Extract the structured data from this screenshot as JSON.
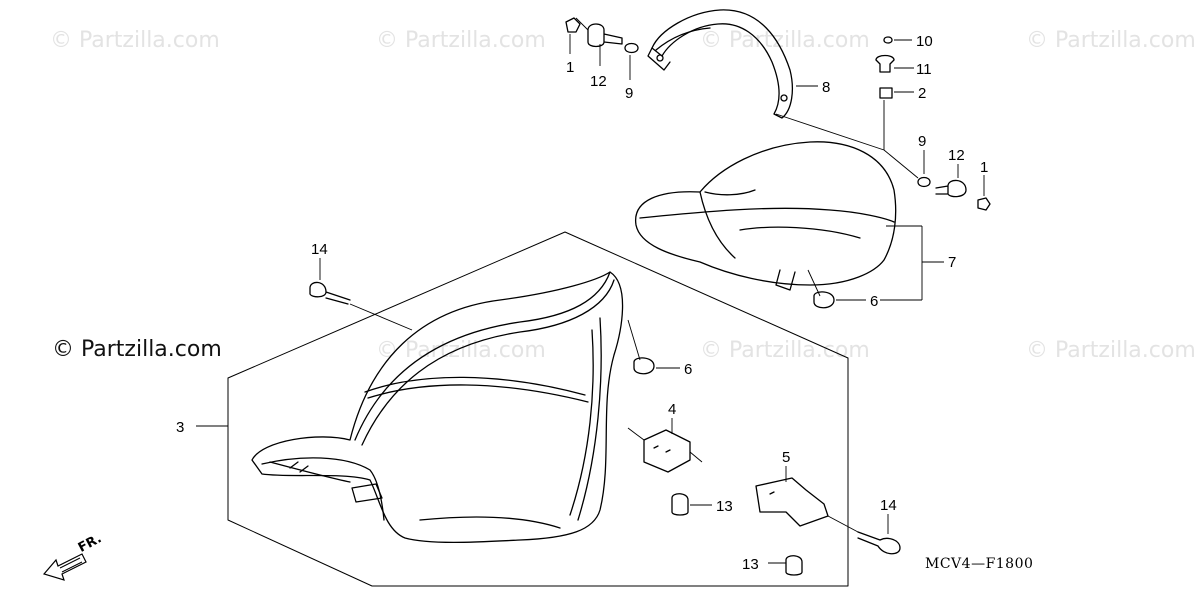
{
  "watermarks": {
    "text": "© Partzilla.com",
    "main": "© Partzilla.com"
  },
  "diagram_code": "MCV4—F1800",
  "front_label": "FR.",
  "callouts": {
    "c1a": "1",
    "c12a": "12",
    "c9a": "9",
    "c8": "8",
    "c10": "10",
    "c11": "11",
    "c2": "2",
    "c9b": "9",
    "c12b": "12",
    "c1b": "1",
    "c7": "7",
    "c6a": "6",
    "c14a": "14",
    "c6b": "6",
    "c3": "3",
    "c4": "4",
    "c5": "5",
    "c13a": "13",
    "c14b": "14",
    "c13b": "13"
  }
}
